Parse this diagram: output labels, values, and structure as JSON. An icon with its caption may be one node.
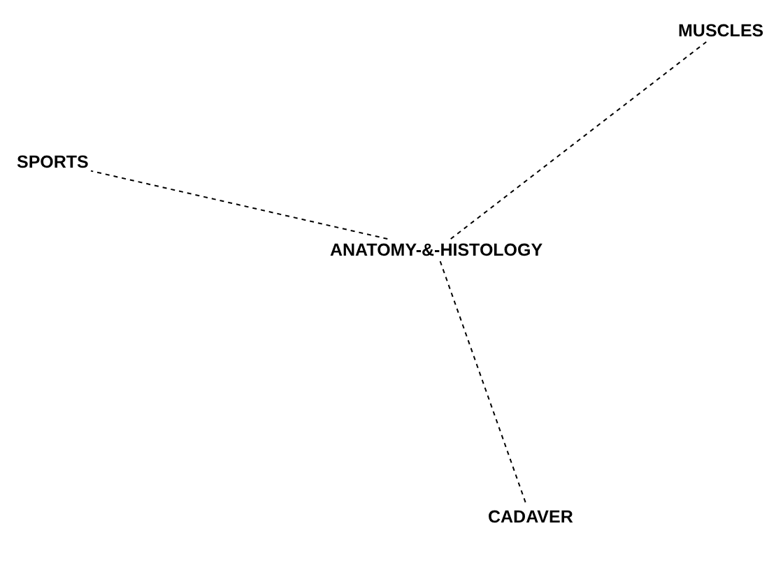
{
  "diagram": {
    "nodes": [
      {
        "text": [
          "MUSCLES"
        ]
      },
      {
        "text": [
          "SPORTS"
        ]
      },
      {
        "text": [
          "ANATOMY-&-HISTOLOGY"
        ]
      },
      {
        "text": [
          "CADAVER"
        ]
      }
    ],
    "edges": [
      {
        "from": 2,
        "to": 0,
        "arrow": "none",
        "style": "dashed"
      },
      {
        "from": 2,
        "to": 1,
        "arrow": "none",
        "style": "dashed"
      },
      {
        "from": 2,
        "to": 3,
        "arrow": "none",
        "style": "dashed"
      }
    ]
  }
}
